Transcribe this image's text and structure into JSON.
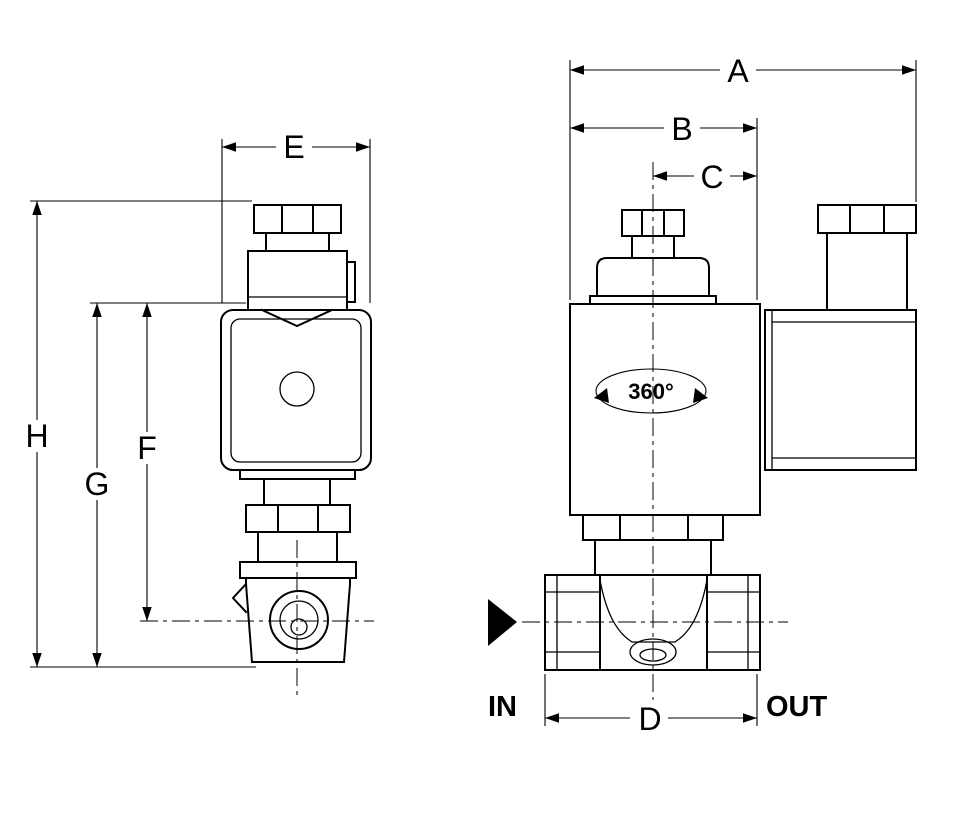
{
  "drawing": {
    "dimension_labels": {
      "a": "A",
      "b": "B",
      "c": "C",
      "d": "D",
      "e": "E",
      "f": "F",
      "g": "G",
      "h": "H"
    },
    "annotations": {
      "rotation": "360°",
      "inlet": "IN",
      "outlet": "OUT"
    }
  }
}
